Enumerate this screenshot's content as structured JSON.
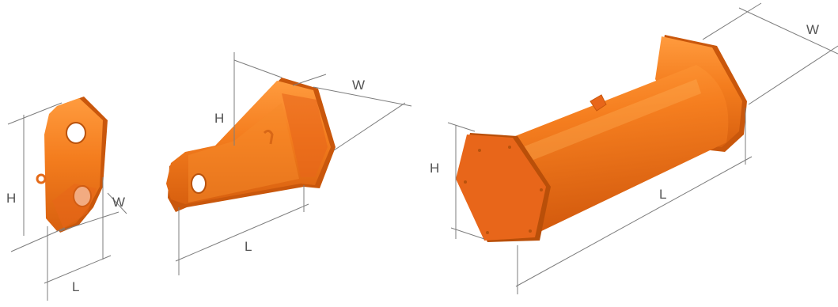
{
  "colors": {
    "body": "#f07a1c",
    "face": "#e8661a",
    "light": "#ff9a3c",
    "line": "#7d7d7d"
  },
  "figures": [
    {
      "name": "plate",
      "labels": {
        "height": "H",
        "width": "W",
        "length": "L"
      }
    },
    {
      "name": "tapered",
      "labels": {
        "height": "H",
        "width": "W",
        "length": "L"
      }
    },
    {
      "name": "cylinder",
      "labels": {
        "height": "H",
        "width": "W",
        "length": "L"
      }
    }
  ]
}
